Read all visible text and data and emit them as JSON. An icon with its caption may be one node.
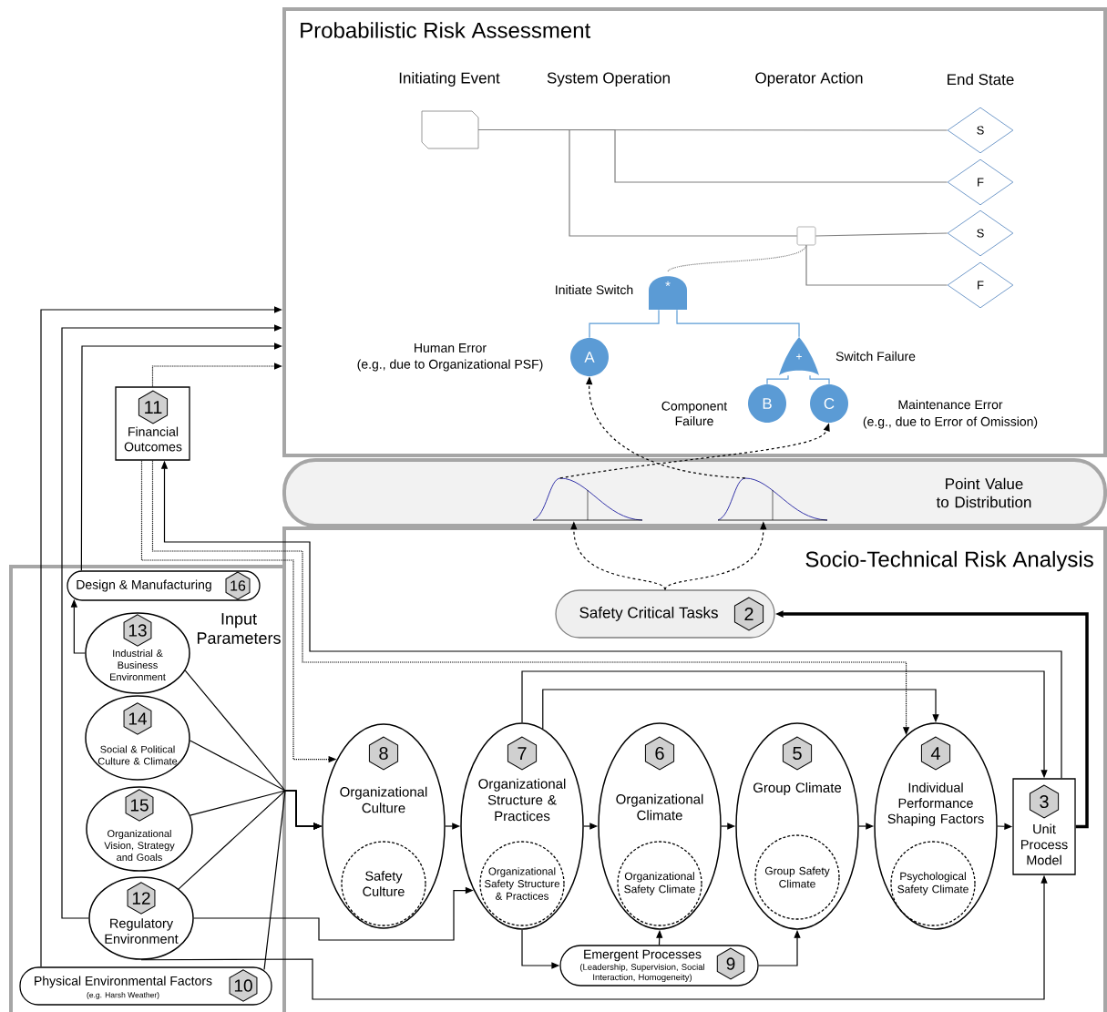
{
  "diagram": {
    "nodes": [
      {
        "text": [
          "Probabilistic Risk Assessment"
        ]
      },
      {
        "text": [
          "Point Value to Distribution"
        ]
      },
      {
        "text": [
          "Socio-Technical Risk Analysis"
        ]
      },
      {
        "text": [
          "Input Parameters"
        ]
      },
      {
        "text": [],
        "shape": "box",
        "in": 0
      },
      {
        "text": [
          "S"
        ],
        "in": 0
      },
      {
        "text": [
          "F"
        ],
        "in": 0
      },
      {
        "text": [
          "S"
        ],
        "in": 0
      },
      {
        "text": [
          "F"
        ],
        "in": 0
      },
      {
        "text": [],
        "shape": "box",
        "in": 0
      },
      {
        "text": [
          "*"
        ],
        "beside": [
          "Initiate Switch"
        ],
        "in": 0
      },
      {
        "text": [
          "A"
        ],
        "beside": [
          "Human Error",
          "(e.g., due to Organizational PSF)"
        ],
        "in": 0
      },
      {
        "text": [
          "+"
        ],
        "beside": [
          "Switch Failure"
        ],
        "in": 0
      },
      {
        "text": [
          "B"
        ],
        "beside": [
          "Component Failure"
        ],
        "in": 0
      },
      {
        "text": [
          "C"
        ],
        "beside": [
          "Maintenance Error",
          "(e.g., due to Error of Omission)"
        ],
        "in": 0
      },
      {
        "text": [],
        "shape": "curve",
        "in": 1
      },
      {
        "text": [],
        "shape": "curve",
        "in": 1
      },
      {
        "text": [
          "Safety Critical Tasks",
          "2"
        ],
        "in": 2
      },
      {
        "text": [
          "11",
          "Financial Outcomes"
        ]
      },
      {
        "text": [
          "Design & Manufacturing",
          "16"
        ],
        "in": 3
      },
      {
        "text": [
          "13",
          "Industrial & Business Environment"
        ],
        "in": 3
      },
      {
        "text": [
          "14",
          "Social & Political Culture & Climate"
        ],
        "in": 3
      },
      {
        "text": [
          "15",
          "Organizational Vision, Strategy and Goals"
        ],
        "in": 3
      },
      {
        "text": [
          "12",
          "Regulatory Environment"
        ],
        "in": 3
      },
      {
        "text": [
          "Physical Environmental Factors",
          "(e.g. Harsh Weather)",
          "10"
        ],
        "in": 3
      },
      {
        "text": [
          "8",
          "Organizational Culture"
        ],
        "in": 2
      },
      {
        "text": [
          "Safety Culture"
        ],
        "in": 25
      },
      {
        "text": [
          "7",
          "Organizational Structure & Practices"
        ],
        "in": 2
      },
      {
        "text": [
          "Organizational Safety Structure & Practices"
        ],
        "in": 27
      },
      {
        "text": [
          "6",
          "Organizational Climate"
        ],
        "in": 2
      },
      {
        "text": [
          "Organizational Safety Climate"
        ],
        "in": 29
      },
      {
        "text": [
          "5",
          "Group Climate"
        ],
        "in": 2
      },
      {
        "text": [
          "Group Safety Climate"
        ],
        "in": 31
      },
      {
        "text": [
          "4",
          "Individual Performance Shaping Factors"
        ],
        "in": 2
      },
      {
        "text": [
          "Psychological Safety Climate"
        ],
        "in": 33
      },
      {
        "text": [
          "3",
          "Unit Process Model"
        ],
        "in": 2
      },
      {
        "text": [
          "Emergent Processes",
          "(Leadership, Supervision, Social Interaction, Homogeneity)",
          "9"
        ],
        "in": 2
      }
    ],
    "edges": [
      {
        "from": 4,
        "to": 5,
        "arrow": "none",
        "color": "#7f7f7f"
      },
      {
        "from": 4,
        "to": 6,
        "arrow": "none",
        "color": "#7f7f7f"
      },
      {
        "from": 4,
        "to": 9,
        "arrow": "none",
        "color": "#7f7f7f"
      },
      {
        "from": 9,
        "to": 7,
        "arrow": "none",
        "color": "#7f7f7f"
      },
      {
        "from": 9,
        "to": 8,
        "arrow": "none",
        "color": "#7f7f7f"
      },
      {
        "from": 10,
        "to": 9,
        "arrow": "none",
        "style": "dashed",
        "color": "#7f7f7f"
      },
      {
        "from": 10,
        "to": 11,
        "arrow": "none",
        "color": "#5b9bd5"
      },
      {
        "from": 10,
        "to": 12,
        "arrow": "none",
        "color": "#5b9bd5"
      },
      {
        "from": 12,
        "to": 13,
        "arrow": "none",
        "color": "#5b9bd5"
      },
      {
        "from": 12,
        "to": 14,
        "arrow": "none",
        "color": "#5b9bd5"
      },
      {
        "from": 15,
        "to": 14,
        "arrow": "to",
        "style": "dashed"
      },
      {
        "from": 16,
        "to": 11,
        "arrow": "to",
        "style": "dashed"
      },
      {
        "from": 17,
        "to": 15,
        "arrow": "to",
        "style": "dashed"
      },
      {
        "from": 17,
        "to": 16,
        "arrow": "to",
        "style": "dashed"
      },
      {
        "from": 35,
        "to": 17,
        "arrow": "to",
        "style": "thick"
      },
      {
        "from": 24,
        "to": 0,
        "arrow": "to"
      },
      {
        "from": 23,
        "to": 0,
        "arrow": "to"
      },
      {
        "from": 19,
        "to": 0,
        "arrow": "to"
      },
      {
        "from": 18,
        "to": 0,
        "arrow": "to",
        "style": "dashed"
      },
      {
        "from": 20,
        "to": 19,
        "arrow": "to"
      },
      {
        "from": 35,
        "to": 18,
        "arrow": "to"
      },
      {
        "from": 18,
        "to": 25,
        "arrow": "to",
        "style": "dashed"
      },
      {
        "from": 18,
        "to": 33,
        "arrow": "to",
        "style": "dashed"
      },
      {
        "from": 20,
        "to": 25,
        "arrow": "to"
      },
      {
        "from": 21,
        "to": 25,
        "arrow": "to"
      },
      {
        "from": 22,
        "to": 25,
        "arrow": "to"
      },
      {
        "from": 23,
        "to": 25,
        "arrow": "to"
      },
      {
        "from": 24,
        "to": 25,
        "arrow": "to"
      },
      {
        "from": 23,
        "to": 27,
        "arrow": "to"
      },
      {
        "from": 23,
        "to": 35,
        "arrow": "to"
      },
      {
        "from": 25,
        "to": 27,
        "arrow": "to"
      },
      {
        "from": 27,
        "to": 29,
        "arrow": "to"
      },
      {
        "from": 29,
        "to": 31,
        "arrow": "to"
      },
      {
        "from": 31,
        "to": 33,
        "arrow": "to"
      },
      {
        "from": 33,
        "to": 35,
        "arrow": "to"
      },
      {
        "from": 27,
        "to": 35,
        "arrow": "to"
      },
      {
        "from": 27,
        "to": 33,
        "arrow": "to"
      },
      {
        "from": 27,
        "to": 36,
        "arrow": "to"
      },
      {
        "from": 36,
        "to": 29,
        "arrow": "to"
      },
      {
        "from": 36,
        "to": 31,
        "arrow": "to"
      }
    ],
    "labels": [
      "Initiating Event",
      "System Operation",
      "Operator Action",
      "End State"
    ]
  }
}
